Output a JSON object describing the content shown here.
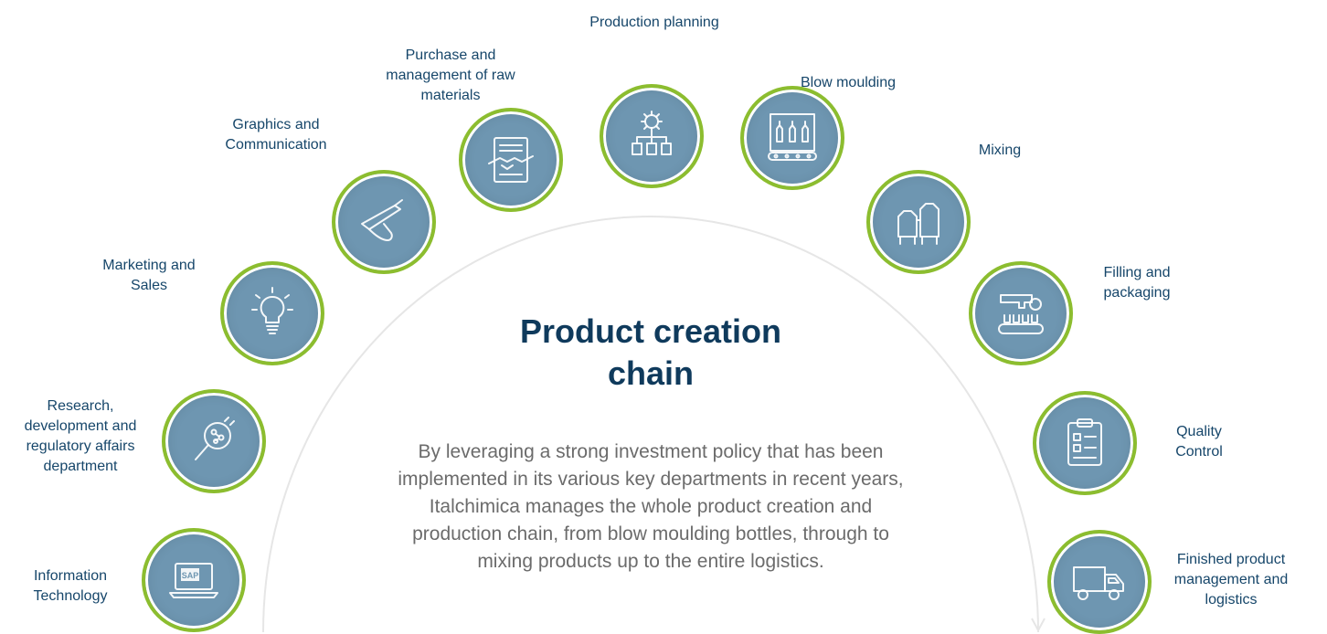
{
  "title": "Product creation chain",
  "description": "By leveraging a strong investment policy that has been implemented in its various key departments in recent years, Italchimica manages the whole product creation and production chain, from blow moulding bottles, through to mixing products up to the entire logistics.",
  "colors": {
    "ring": "#8cbd2f",
    "circle_fill": "#6e96b1",
    "label": "#16466a",
    "title": "#0f3a5c",
    "body_text": "#6b6b6b",
    "arc": "#e6e6e6"
  },
  "steps": [
    {
      "label": "Information Technology",
      "icon": "laptop-sap-icon",
      "laptop_text": "SAP"
    },
    {
      "label": "Research, development and regulatory affairs department",
      "icon": "magnifier-molecule-icon"
    },
    {
      "label": "Marketing and Sales",
      "icon": "lightbulb-icon"
    },
    {
      "label": "Graphics and Communication",
      "icon": "hand-pen-icon"
    },
    {
      "label": "Purchase and management of raw materials",
      "icon": "handshake-document-icon"
    },
    {
      "label": "Production planning",
      "icon": "gear-flowchart-icon"
    },
    {
      "label": "Blow moulding",
      "icon": "bottle-conveyor-icon"
    },
    {
      "label": "Mixing",
      "icon": "mixing-tanks-icon"
    },
    {
      "label": "Filling and packaging",
      "icon": "filling-machine-icon"
    },
    {
      "label": "Quality Control",
      "icon": "clipboard-checklist-icon"
    },
    {
      "label": "Finished product management and logistics",
      "icon": "truck-icon"
    }
  ]
}
